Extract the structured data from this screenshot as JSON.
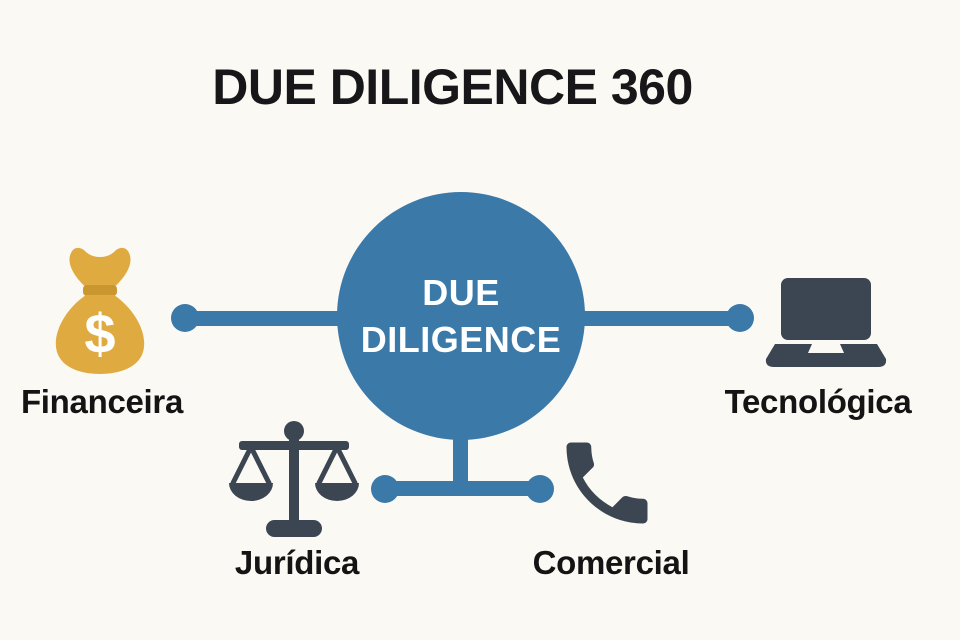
{
  "title": "DUE DILIGENCE 360",
  "center_node": {
    "line1": "DUE",
    "line2": "DILIGENCE"
  },
  "nodes": {
    "financeira": {
      "label": "Financeira",
      "icon": "money-bag-icon",
      "symbol": "$"
    },
    "tecnologica": {
      "label": "Tecnológica",
      "icon": "laptop-icon"
    },
    "juridica": {
      "label": "Jurídica",
      "icon": "scales-of-justice-icon"
    },
    "comercial": {
      "label": "Comercial",
      "icon": "phone-icon"
    }
  },
  "colors": {
    "background": "#fbf9f3",
    "accent_blue": "#3b79a9",
    "gold": "#dfab40",
    "gold_dark": "#c9962f",
    "dark_slate": "#3c4652",
    "text": "#141414",
    "hub_text": "#ffffff"
  }
}
